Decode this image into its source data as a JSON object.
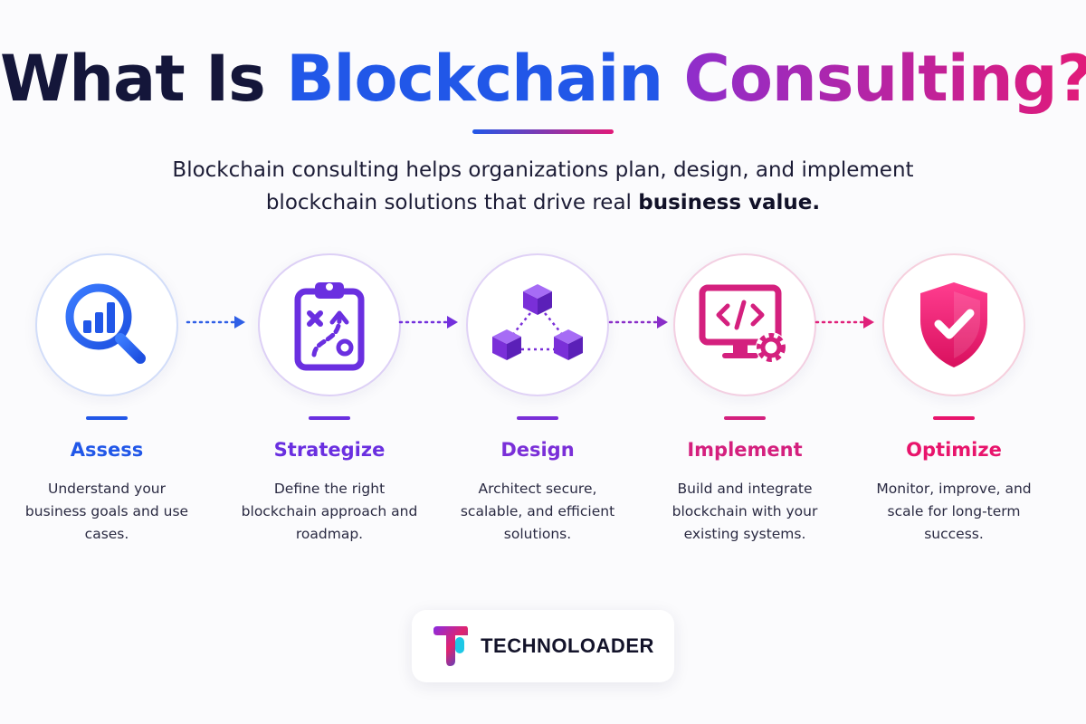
{
  "title": {
    "part1": "What Is ",
    "part2": "Blockchain",
    "part3": " Consulting?"
  },
  "subtitle": {
    "line1": "Blockchain consulting helps organizations plan, design, and implement",
    "line2_prefix": "blockchain solutions that drive real ",
    "line2_bold": "business value."
  },
  "steps": [
    {
      "label": "Assess",
      "description": "Understand your business goals and use cases.",
      "color": "#2157e8",
      "icon": "analytics-magnifier-icon"
    },
    {
      "label": "Strategize",
      "description": "Define the right blockchain approach and roadmap.",
      "color": "#6a2fe0",
      "icon": "strategy-clipboard-icon"
    },
    {
      "label": "Design",
      "description": "Architect secure, scalable, and efficient solutions.",
      "color": "#7a2fd8",
      "icon": "cubes-network-icon"
    },
    {
      "label": "Implement",
      "description": "Build and integrate blockchain with your existing systems.",
      "color": "#d4207e",
      "icon": "code-monitor-gear-icon"
    },
    {
      "label": "Optimize",
      "description": "Monitor, improve, and scale for long-term success.",
      "color": "#e8146c",
      "icon": "shield-check-icon"
    }
  ],
  "logo": {
    "text": "TECHNOLOADER"
  }
}
